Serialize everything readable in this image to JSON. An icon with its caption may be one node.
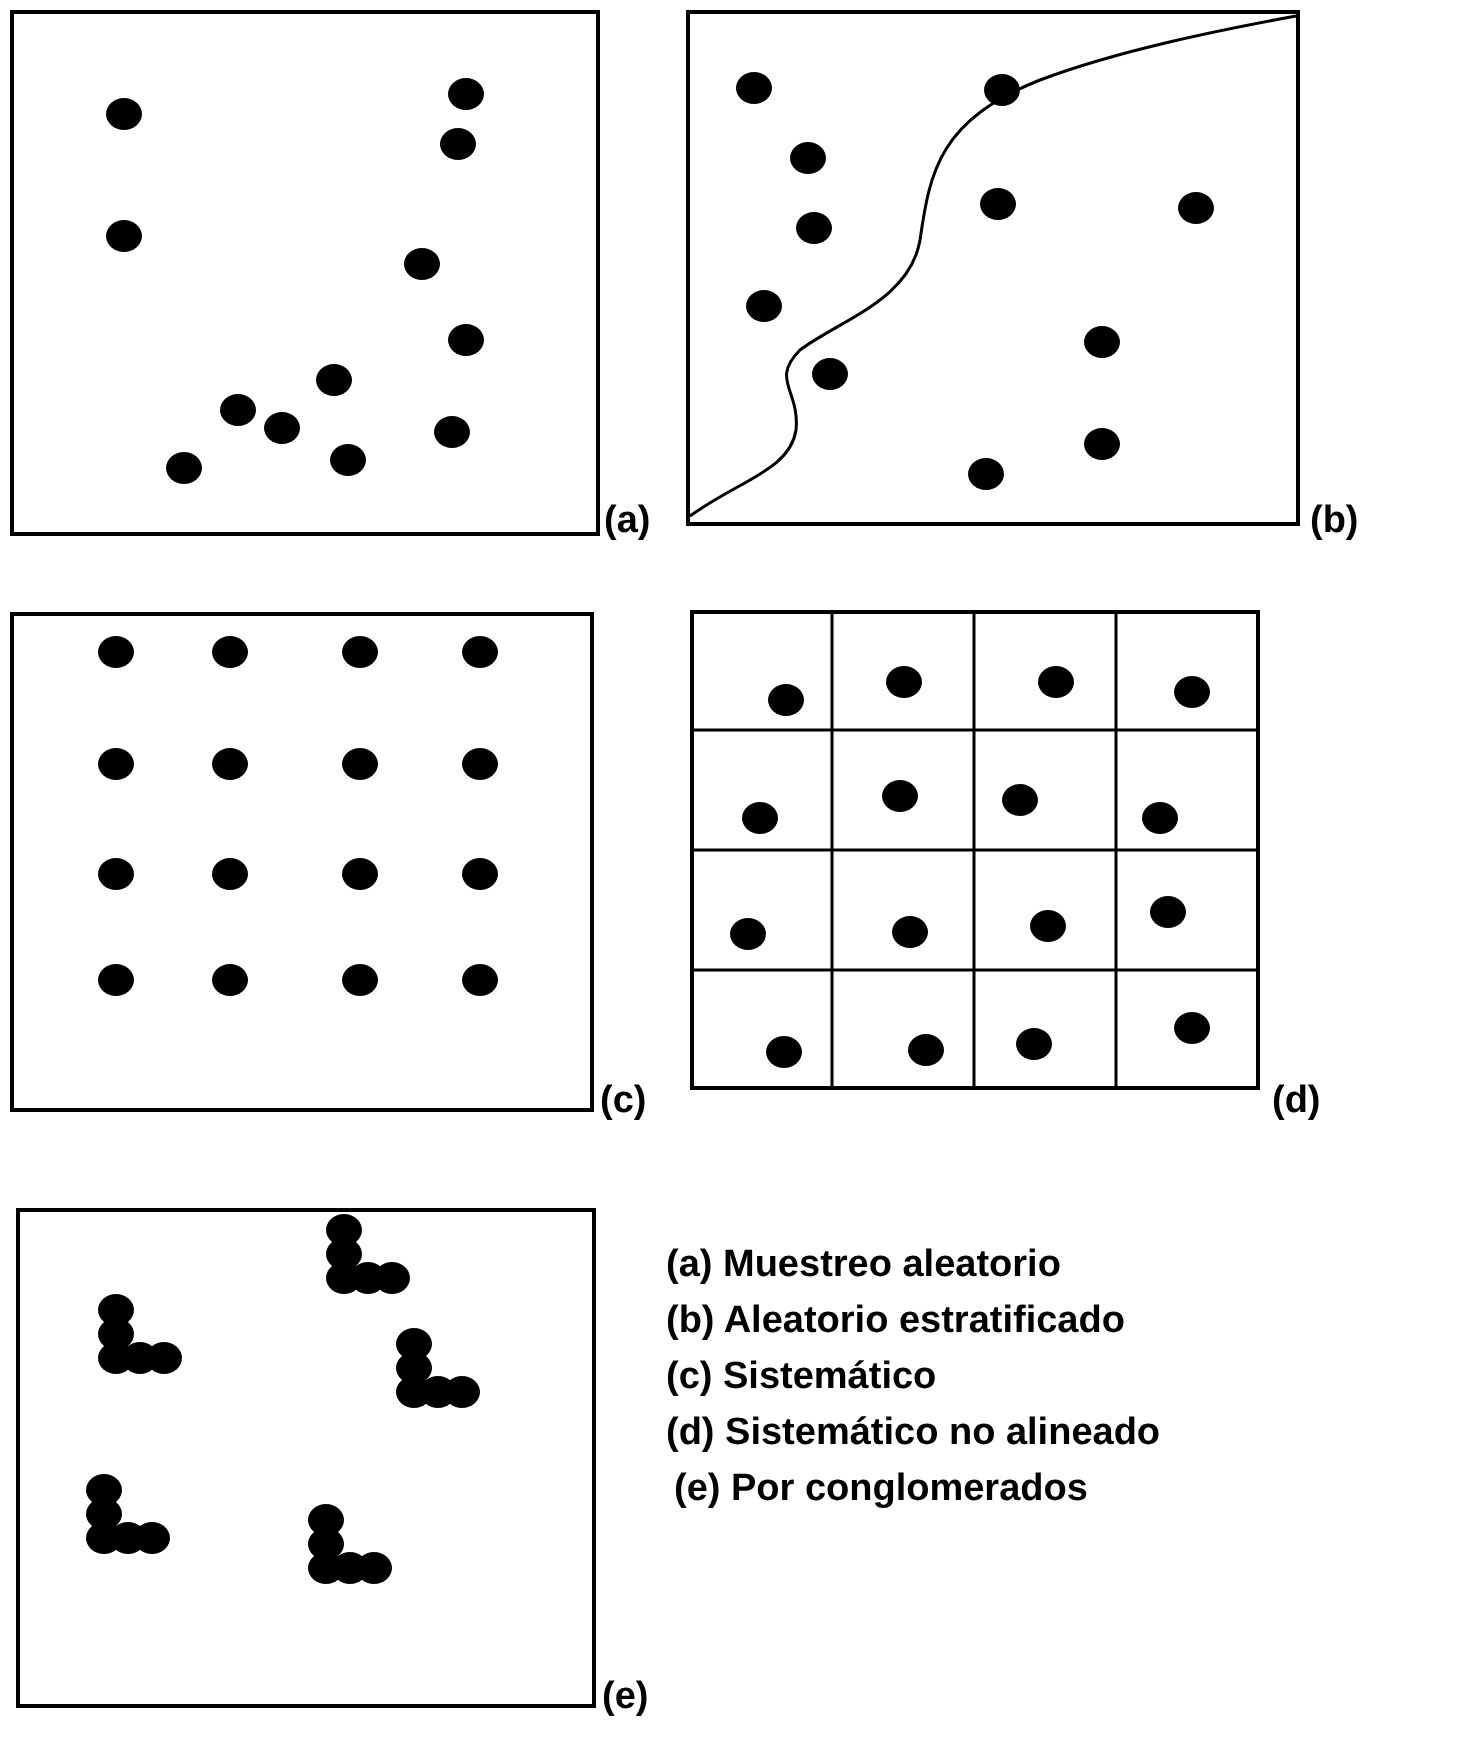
{
  "diagram": {
    "labels": [
      "(a)",
      "(b)",
      "(c)",
      "(d)",
      "(e)",
      "(a) Muestreo aleatorio",
      "(b) Aleatorio estratificado",
      "(c) Sistemático",
      "(d) Sistemático no alineado",
      "(e) Por conglomerados"
    ]
  }
}
